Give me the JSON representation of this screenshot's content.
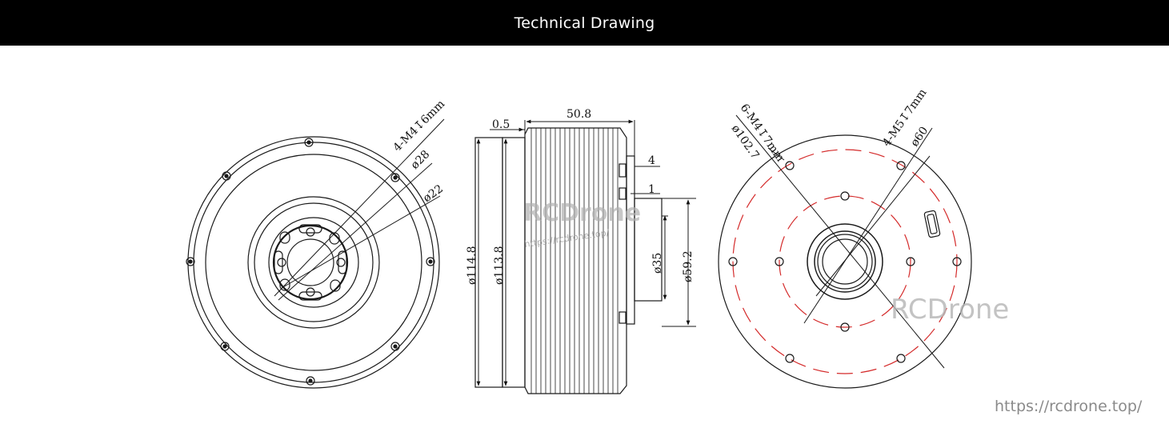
{
  "header": {
    "title": "Technical Drawing"
  },
  "watermarks": {
    "brand": "RCDrone",
    "url_small": "https://rcdrone.top/",
    "footer_url": "https://rcdrone.top/"
  },
  "front_view": {
    "holes_label": "4-M4↧6mm",
    "dia_28": "ø28",
    "dia_22": "ø22"
  },
  "side_view": {
    "len_total": "50.8",
    "len_gap": "0.5",
    "dim_4": "4",
    "dim_1": "1",
    "dia_1148": "ø114.8",
    "dia_1138": "ø113.8",
    "dia_35": "ø35",
    "dia_592": "ø59.2"
  },
  "rear_view": {
    "outer_holes_label": "6-M4↧7mm",
    "dia_1027": "ø102.7",
    "inner_holes_label": "4-M5↧7mm",
    "dia_60": "ø60"
  },
  "colors": {
    "line": "#1a1a1a",
    "dashed_circle": "#d42a2a",
    "header_bg": "#000000",
    "header_text": "#ffffff"
  }
}
